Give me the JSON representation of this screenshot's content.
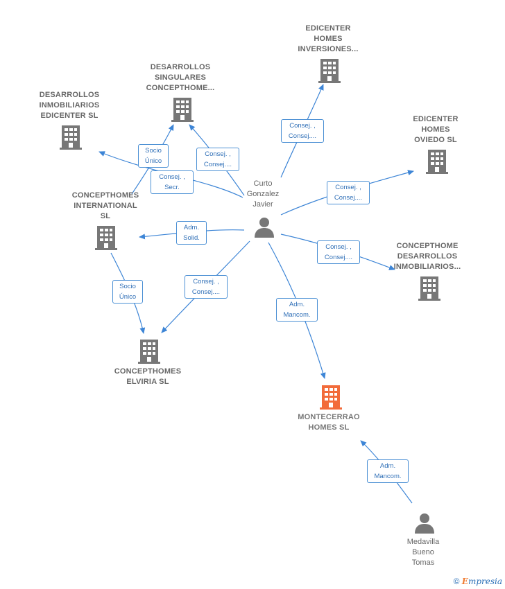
{
  "colors": {
    "edge": "#3d85d6",
    "company": "#777777",
    "main_company": "#f26b3a",
    "person": "#777777"
  },
  "companies": {
    "desarrollos_inmobiliarios": [
      "DESARROLLOS",
      "INMOBILIARIOS",
      "EDICENTER  SL"
    ],
    "desarrollos_singulares": [
      "DESARROLLOS",
      "SINGULARES",
      "CONCEPTHOME..."
    ],
    "edicenter_inversiones": [
      "EDICENTER",
      "HOMES",
      "INVERSIONES..."
    ],
    "edicenter_oviedo": [
      "EDICENTER",
      "HOMES",
      "OVIEDO  SL"
    ],
    "concepthomes_international": [
      "CONCEPTHOMES",
      "INTERNATIONAL",
      "SL"
    ],
    "concepthome_desarrollos": [
      "CONCEPTHOME",
      "DESARROLLOS",
      "INMOBILIARIOS..."
    ],
    "concepthomes_elviria": [
      "CONCEPTHOMES",
      "ELVIRIA  SL"
    ],
    "montecerrao": [
      "MONTECERRAO",
      "HOMES  SL"
    ]
  },
  "persons": {
    "curto": [
      "Curto",
      "Gonzalez",
      "Javier"
    ],
    "medavilla": [
      "Medavilla",
      "Bueno",
      "Tomas"
    ]
  },
  "edges": {
    "socio_unico_1": [
      "Socio",
      "Único"
    ],
    "consej_secr": [
      "Consej. ,",
      "Secr."
    ],
    "consej_singulares": [
      "Consej. ,",
      "Consej...."
    ],
    "consej_inversiones": [
      "Consej. ,",
      "Consej...."
    ],
    "consej_oviedo": [
      "Consej. ,",
      "Consej...."
    ],
    "adm_solid": [
      "Adm.",
      "Solid."
    ],
    "consej_concepthome": [
      "Consej. ,",
      "Consej...."
    ],
    "socio_unico_2": [
      "Socio",
      "Único"
    ],
    "consej_elviria": [
      "Consej. ,",
      "Consej...."
    ],
    "adm_mancom_1": [
      "Adm.",
      "Mancom."
    ],
    "adm_mancom_2": [
      "Adm.",
      "Mancom."
    ]
  },
  "footer": {
    "copyright": "©",
    "brand_initial": "E",
    "brand_rest": "mpresia"
  }
}
